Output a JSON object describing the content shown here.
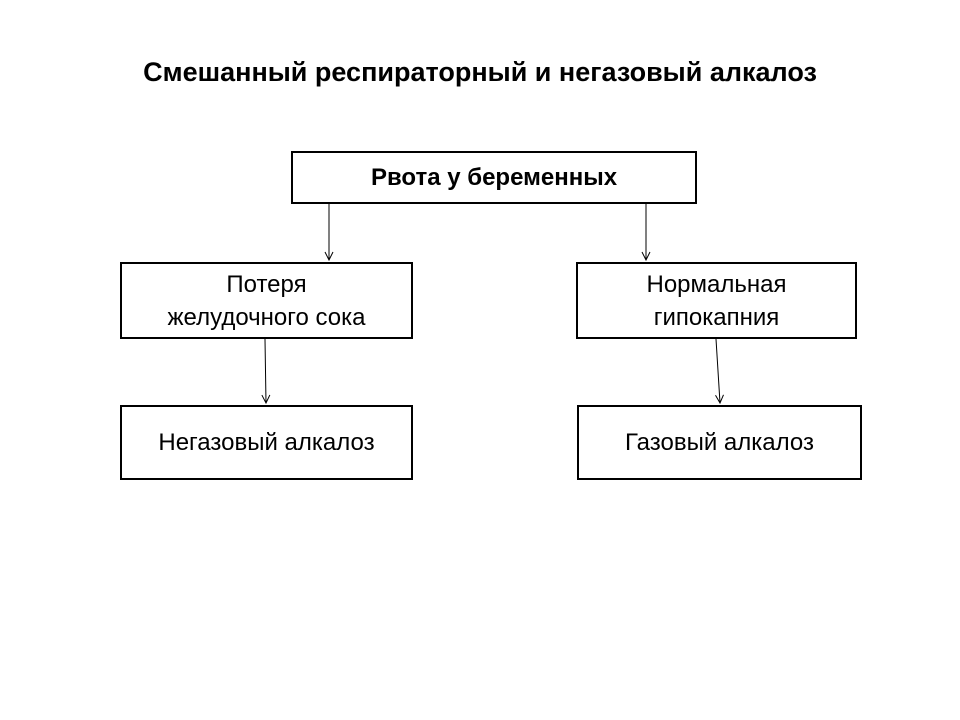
{
  "slide": {
    "title": "Смешанный респираторный и негазовый алкалоз"
  },
  "diagram": {
    "root": {
      "line1": "Рвота у беременных"
    },
    "left_mid": {
      "line1": "Потеря",
      "line2": "желудочного сока"
    },
    "right_mid": {
      "line1": "Нормальная",
      "line2": "гипокапния"
    },
    "left_bottom": {
      "line1": "Негазовый алкалоз"
    },
    "right_bottom": {
      "line1": "Газовый алкалоз"
    }
  },
  "colors": {
    "background": "#ffffff",
    "border": "#000000",
    "text": "#000000"
  }
}
